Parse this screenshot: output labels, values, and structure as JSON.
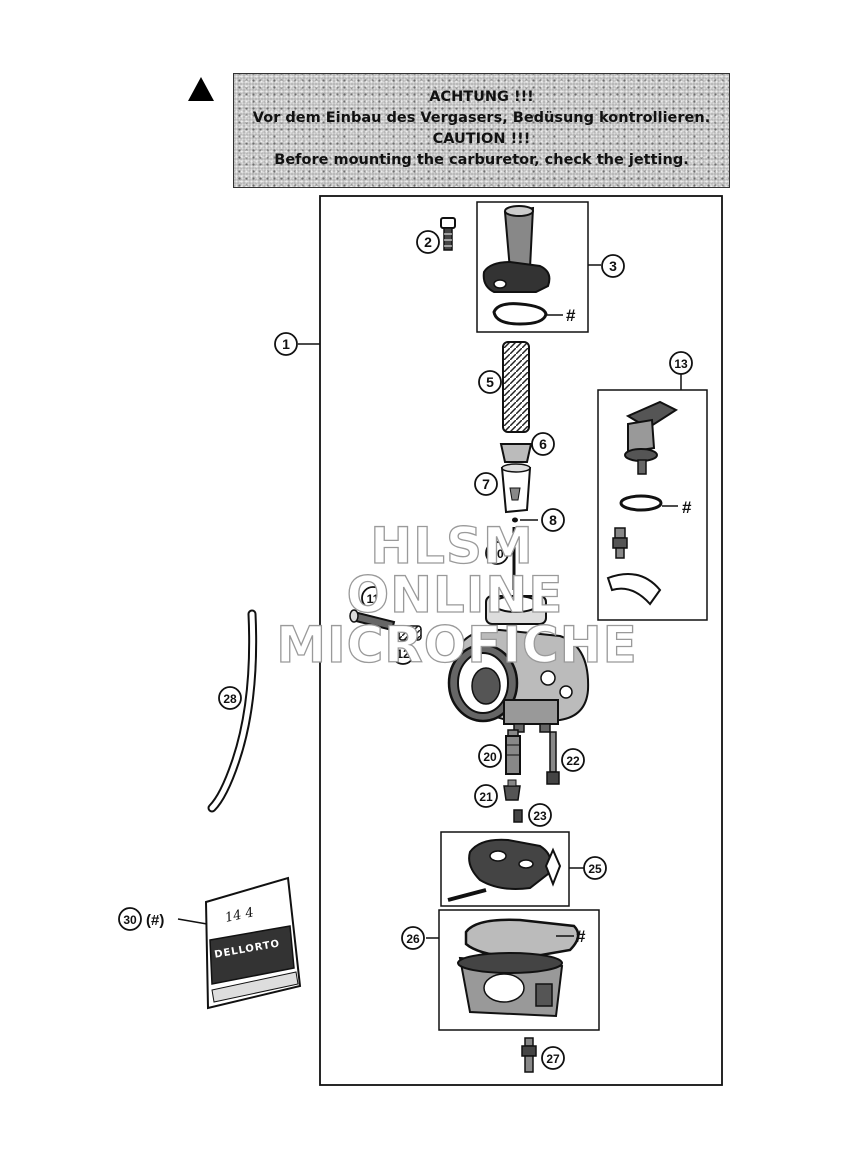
{
  "warning": {
    "line1": "ACHTUNG !!!",
    "line2": "Vor dem Einbau des Vergasers, Bedüsung kontrollieren.",
    "line3": "CAUTION !!!",
    "line4": "Before mounting the carburetor, check the jetting."
  },
  "callouts": {
    "c1": "1",
    "c2": "2",
    "c3": "3",
    "c5": "5",
    "c6": "6",
    "c7": "7",
    "c8": "8",
    "c10": "10",
    "c11": "11",
    "c12": "12",
    "c13": "13",
    "c20": "20",
    "c21": "21",
    "c22": "22",
    "c23": "23",
    "c25": "25",
    "c26": "26",
    "c27": "27",
    "c28": "28",
    "c30": "30"
  },
  "hash_mark": "#",
  "kit_note": "(#)",
  "bag_handwriting": "14 4",
  "bag_brand": "DELLORTO",
  "watermark": {
    "line1": "HLSM",
    "line2": "ONLINE",
    "line3": "MICROFICHE"
  }
}
